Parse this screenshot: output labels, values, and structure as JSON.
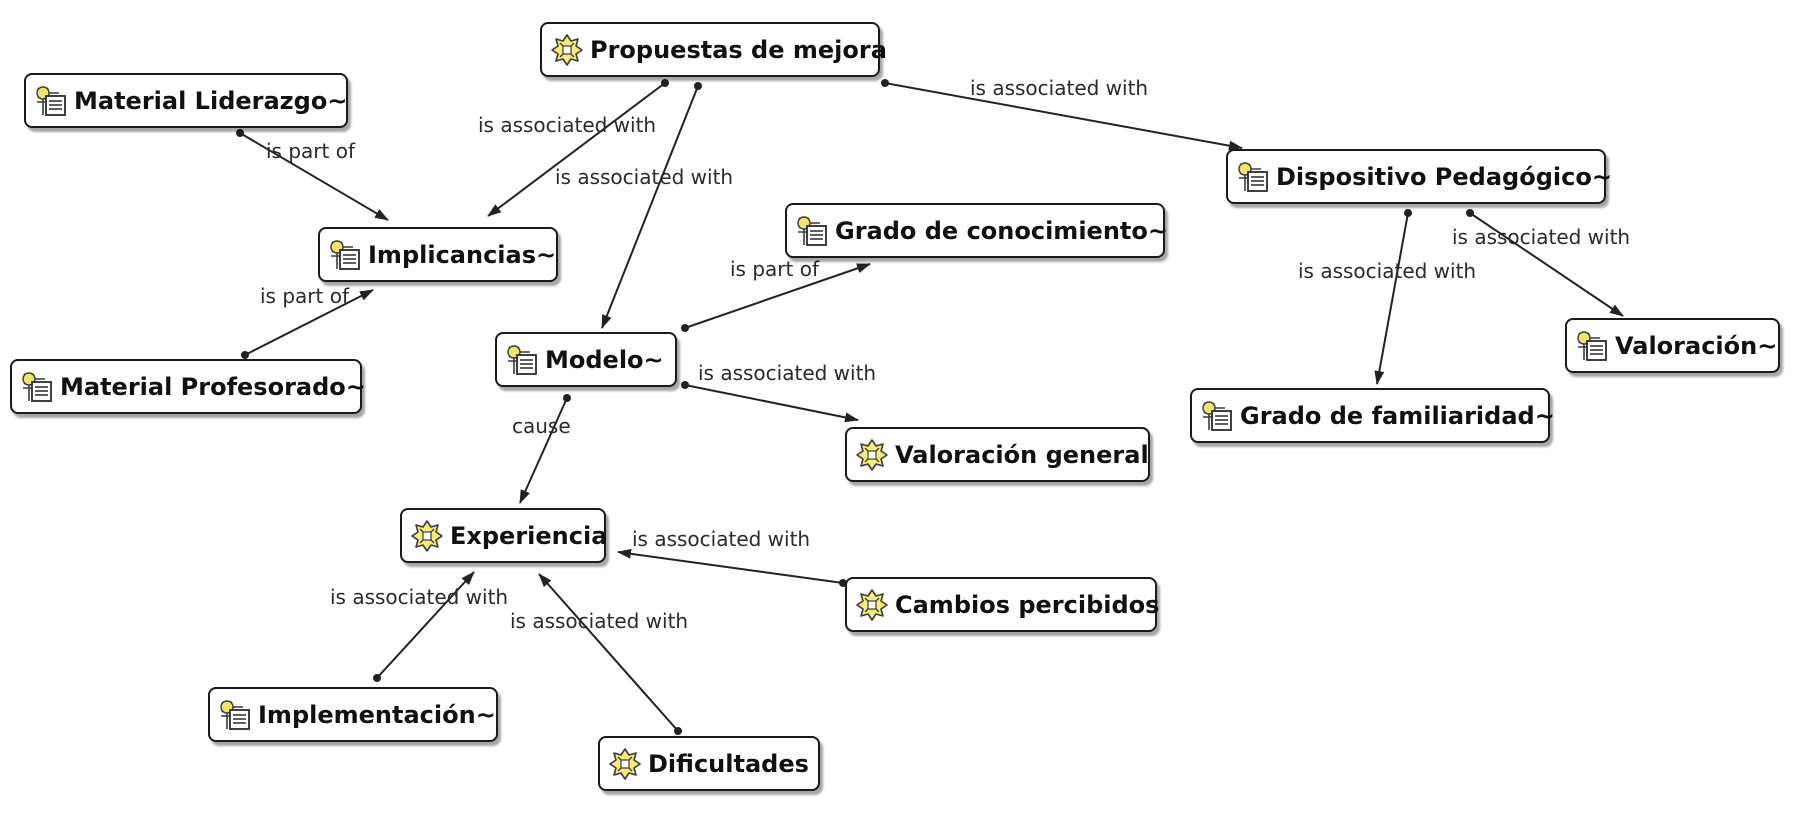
{
  "colors": {
    "node_border": "#1a1a1a",
    "edge": "#222222",
    "code_icon_fill": "#f2e36a",
    "quotation_icon_fill": "#f7ec76",
    "label_text": "#2a2a2a"
  },
  "nodes": [
    {
      "id": "propuestas",
      "label": "Propuestas de mejora",
      "icon": "quotation-icon"
    },
    {
      "id": "material_liderazgo",
      "label": "Material Liderazgo~",
      "icon": "code-memo-icon"
    },
    {
      "id": "implicancias",
      "label": "Implicancias~",
      "icon": "code-memo-icon"
    },
    {
      "id": "material_profesorado",
      "label": "Material Profesorado~",
      "icon": "code-memo-icon"
    },
    {
      "id": "dispositivo",
      "label": "Dispositivo Pedagógico~",
      "icon": "code-memo-icon"
    },
    {
      "id": "grado_conocimiento",
      "label": "Grado de conocimiento~",
      "icon": "code-memo-icon"
    },
    {
      "id": "modelo",
      "label": "Modelo~",
      "icon": "code-memo-icon"
    },
    {
      "id": "valoracion",
      "label": "Valoración~",
      "icon": "code-memo-icon"
    },
    {
      "id": "grado_familiaridad",
      "label": "Grado de familiaridad~",
      "icon": "code-memo-icon"
    },
    {
      "id": "valoracion_general",
      "label": "Valoración general",
      "icon": "quotation-icon"
    },
    {
      "id": "experiencia",
      "label": "Experiencia",
      "icon": "quotation-icon"
    },
    {
      "id": "cambios",
      "label": "Cambios percibidos",
      "icon": "quotation-icon"
    },
    {
      "id": "implementacion",
      "label": "Implementación~",
      "icon": "code-memo-icon"
    },
    {
      "id": "dificultades",
      "label": "Dificultades",
      "icon": "quotation-icon"
    }
  ],
  "edges": [
    {
      "label": "is part of",
      "from": "material_liderazgo",
      "to": "implicancias"
    },
    {
      "label": "is part of",
      "from": "material_profesorado",
      "to": "implicancias"
    },
    {
      "label": "is associated with",
      "from": "propuestas",
      "to": "implicancias"
    },
    {
      "label": "is associated with",
      "from": "propuestas",
      "to": "modelo"
    },
    {
      "label": "is associated with",
      "from": "propuestas",
      "to": "dispositivo"
    },
    {
      "label": "is part of",
      "from": "modelo",
      "to": "grado_conocimiento"
    },
    {
      "label": "is associated with",
      "from": "modelo",
      "to": "valoracion_general"
    },
    {
      "label": "cause",
      "from": "modelo",
      "to": "experiencia"
    },
    {
      "label": "is associated with",
      "from": "dispositivo",
      "to": "grado_familiaridad"
    },
    {
      "label": "is associated with",
      "from": "dispositivo",
      "to": "valoracion"
    },
    {
      "label": "is associated with",
      "from": "cambios",
      "to": "experiencia"
    },
    {
      "label": "is associated with",
      "from": "implementacion",
      "to": "experiencia"
    },
    {
      "label": "is associated with",
      "from": "dificultades",
      "to": "experiencia"
    }
  ]
}
